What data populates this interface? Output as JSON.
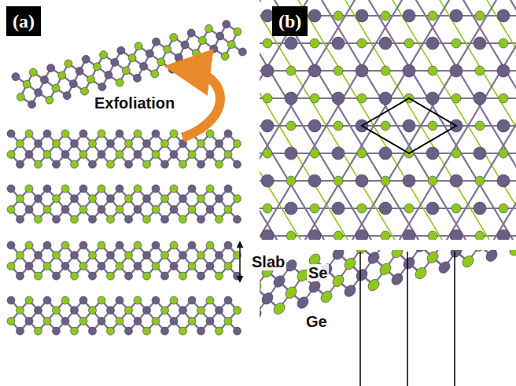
{
  "diagram": {
    "nodes": [
      {
        "text": [
          "(a)"
        ]
      },
      {
        "text": [
          "(b)"
        ]
      }
    ],
    "labels": [
      "Exfoliation",
      "Slab",
      "Se",
      "Ge"
    ]
  }
}
